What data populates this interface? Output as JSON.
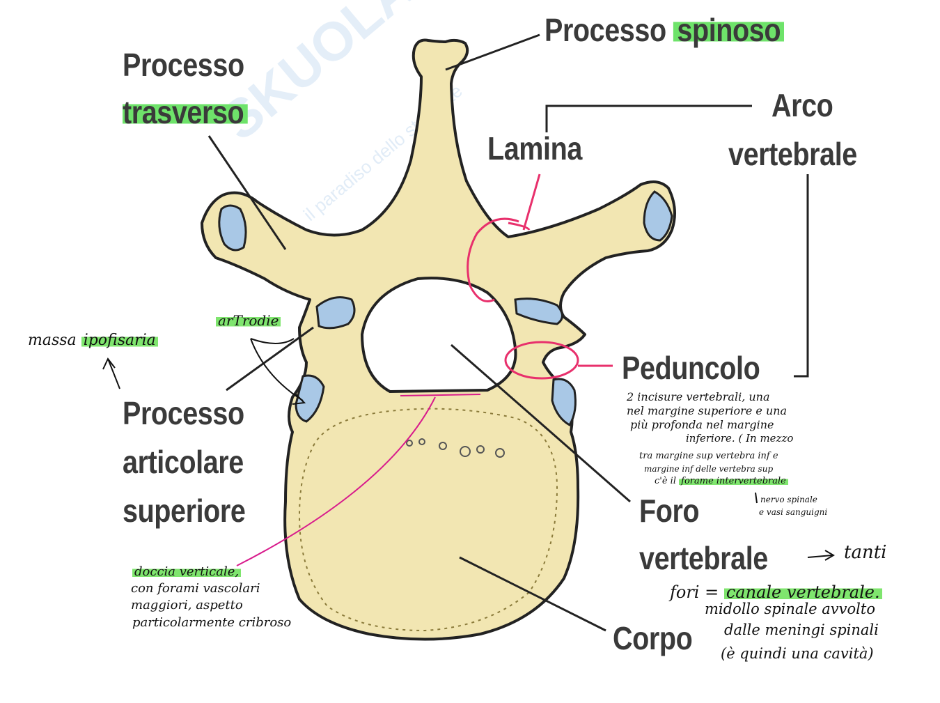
{
  "labels": {
    "processo_spinoso_a": "Processo",
    "processo_spinoso_b": "spinoso",
    "processo_trasverso_a": "Processo",
    "processo_trasverso_b": "trasverso",
    "lamina": "Lamina",
    "arco_1": "Arco",
    "arco_2": "vertebrale",
    "peduncolo": "Peduncolo",
    "processo_articolare_1": "Processo",
    "processo_articolare_2": "articolare",
    "processo_articolare_3": "superiore",
    "foro_1": "Foro",
    "foro_2": "vertebrale",
    "corpo": "Corpo"
  },
  "watermark": {
    "brand": "SKUOLA.net",
    "tagline": "il paradiso dello studente"
  },
  "notes": {
    "massa_a": "massa",
    "massa_b": "ipofisaria",
    "artrodie": "arTrodie",
    "doccia_1": "doccia verticale,",
    "doccia_2": "con forami vascolari",
    "doccia_3": "maggiori, aspetto",
    "doccia_4": "particolarmente cribroso",
    "inc_1": "2  incisure vertebrali, una",
    "inc_2": "nel margine superiore e una",
    "inc_3": "più profonda nel margine",
    "inc_4": "inferiore. ( In mezzo",
    "inc_5": "tra margine sup vertebra inf e",
    "inc_6": "margine inf delle vertebra sup",
    "inc_7a": "c'è il",
    "inc_7b": "forame intervertebrale",
    "nervo_1": "nervo spinale",
    "nervo_2": "e vasi sanguigni",
    "tanti": "tanti",
    "fori_a": "fori =",
    "fori_b": "canale vertebrale.",
    "fori_2": "midollo spinale avvolto",
    "fori_3": "dalle meningi spinali",
    "fori_4": "(è quindi una cavità)"
  },
  "colors": {
    "bone": "#f2e6b2",
    "bone_outline": "#222222",
    "cartilage": "#a9c8e6",
    "highlighter": "#6ee36a",
    "annotation_pink": "#e8306c",
    "magenta_line": "#d81b8c",
    "label_text": "#3a3a3a"
  }
}
